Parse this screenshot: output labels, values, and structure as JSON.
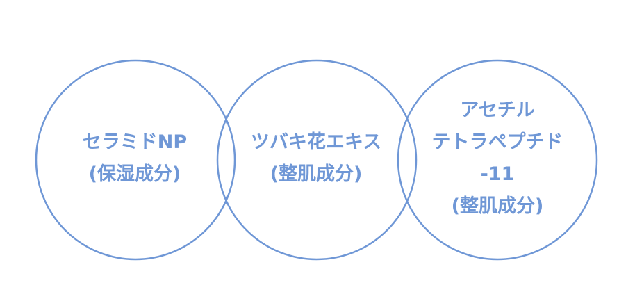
{
  "circles": [
    {
      "lines": [
        "セラミドNP",
        "(保湿成分)"
      ]
    },
    {
      "lines": [
        "ツバキ花エキス",
        "(整肌成分)"
      ]
    },
    {
      "lines": [
        "アセチル",
        "テトラペプチド",
        "-11",
        "(整肌成分)"
      ]
    }
  ],
  "colors": {
    "stroke": "#6f97d6",
    "text": "#6f97d6"
  }
}
